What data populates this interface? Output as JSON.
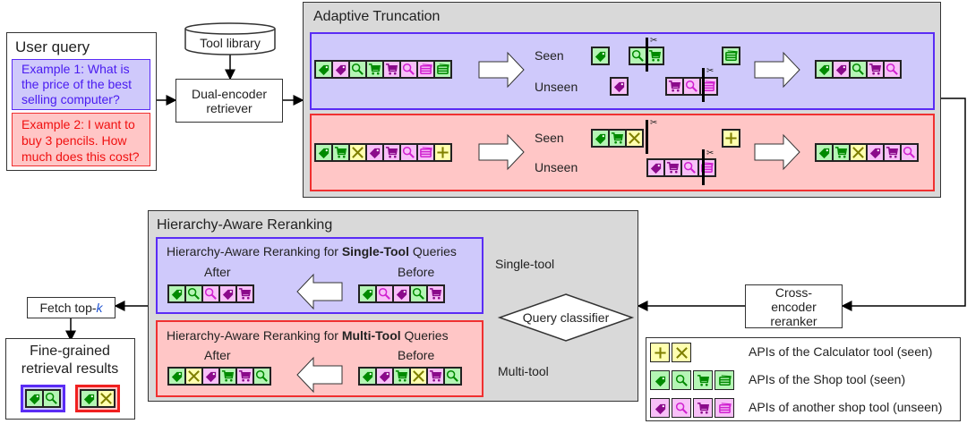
{
  "colors": {
    "seen_shop_bg": "#b5f5b5",
    "seen_shop_fg": "#008a00",
    "unseen_bg": "#f8c0f8",
    "unseen_fg": "#8b0a8b",
    "unseen_fg2": "#d020d0",
    "calc_bg": "#ffffb0",
    "calc_fg": "#808000",
    "blue": "#5a2cf5",
    "red": "#f03030"
  },
  "user_query": {
    "title": "User query",
    "example1": "Example 1: What is the price of the best selling computer?",
    "example2": "Example 2: I want to buy 3 pencils. How much does this cost?"
  },
  "tool_library": "Tool library",
  "dual_encoder": "Dual-encoder retriever",
  "truncation": {
    "title": "Adaptive Truncation",
    "seen_label": "Seen",
    "unseen_label": "Unseen",
    "single": {
      "input": [
        "g-tag",
        "m-tag",
        "g-search",
        "g-cart",
        "m-cart",
        "m-search",
        "m-card",
        "g-card"
      ],
      "seen_a": [
        "g-tag"
      ],
      "seen_b": [
        "g-search",
        "g-cart"
      ],
      "seen_c": [
        "g-card"
      ],
      "unseen_a": [
        "m-tag"
      ],
      "unseen_b": [
        "m-cart",
        "m-search",
        "m-card"
      ],
      "output": [
        "g-tag",
        "m-tag",
        "g-search",
        "m-cart",
        "m-search"
      ]
    },
    "multi": {
      "input": [
        "g-tag",
        "g-cart",
        "y-times",
        "m-tag",
        "m-cart",
        "m-search",
        "m-card",
        "y-plus"
      ],
      "seen_a": [
        "g-tag",
        "g-cart",
        "y-times"
      ],
      "seen_c": [
        "y-plus"
      ],
      "unseen_b": [
        "m-tag",
        "m-cart",
        "m-search",
        "m-card"
      ],
      "output": [
        "g-tag",
        "g-cart",
        "y-times",
        "m-tag",
        "m-cart",
        "m-search"
      ]
    }
  },
  "reranking": {
    "title": "Hierarchy-Aware Reranking",
    "single": {
      "title_pre": "Hierarchy-Aware Reranking for ",
      "title_bold": "Single-Tool",
      "title_post": " Queries",
      "after_label": "After",
      "before_label": "Before",
      "after": [
        "g-tag",
        "g-search",
        "m-search",
        "m-tag",
        "m-cart"
      ],
      "before": [
        "g-tag",
        "m-search",
        "m-tag",
        "g-search",
        "m-cart"
      ]
    },
    "multi": {
      "title_pre": "Hierarchy-Aware Reranking for ",
      "title_bold": "Multi-Tool",
      "title_post": " Queries",
      "after_label": "After",
      "before_label": "Before",
      "after": [
        "g-tag",
        "y-times",
        "m-tag",
        "g-cart",
        "m-cart",
        "g-search"
      ],
      "before": [
        "g-tag",
        "m-tag",
        "g-cart",
        "y-times",
        "m-cart",
        "g-search"
      ]
    }
  },
  "query_classifier": "Query classifier",
  "single_tool_label": "Single-tool",
  "multi_tool_label": "Multi-tool",
  "cross_encoder": "Cross-encoder reranker",
  "fetch": {
    "label": "Fetch top-",
    "k": "k"
  },
  "results": {
    "title": "Fine-grained retrieval results",
    "single": [
      "g-tag",
      "g-search"
    ],
    "multi": [
      "g-tag",
      "y-times"
    ]
  },
  "legend": {
    "calc": {
      "icons": [
        "y-plus",
        "y-times"
      ],
      "label": "APIs of the Calculator tool (seen)"
    },
    "shop": {
      "icons": [
        "g-tag",
        "g-search",
        "g-cart",
        "g-card"
      ],
      "label": "APIs of the Shop tool (seen)"
    },
    "other": {
      "icons": [
        "m-tag",
        "m-search",
        "m-cart",
        "m-card"
      ],
      "label": "APIs of another shop tool (unseen)"
    }
  }
}
